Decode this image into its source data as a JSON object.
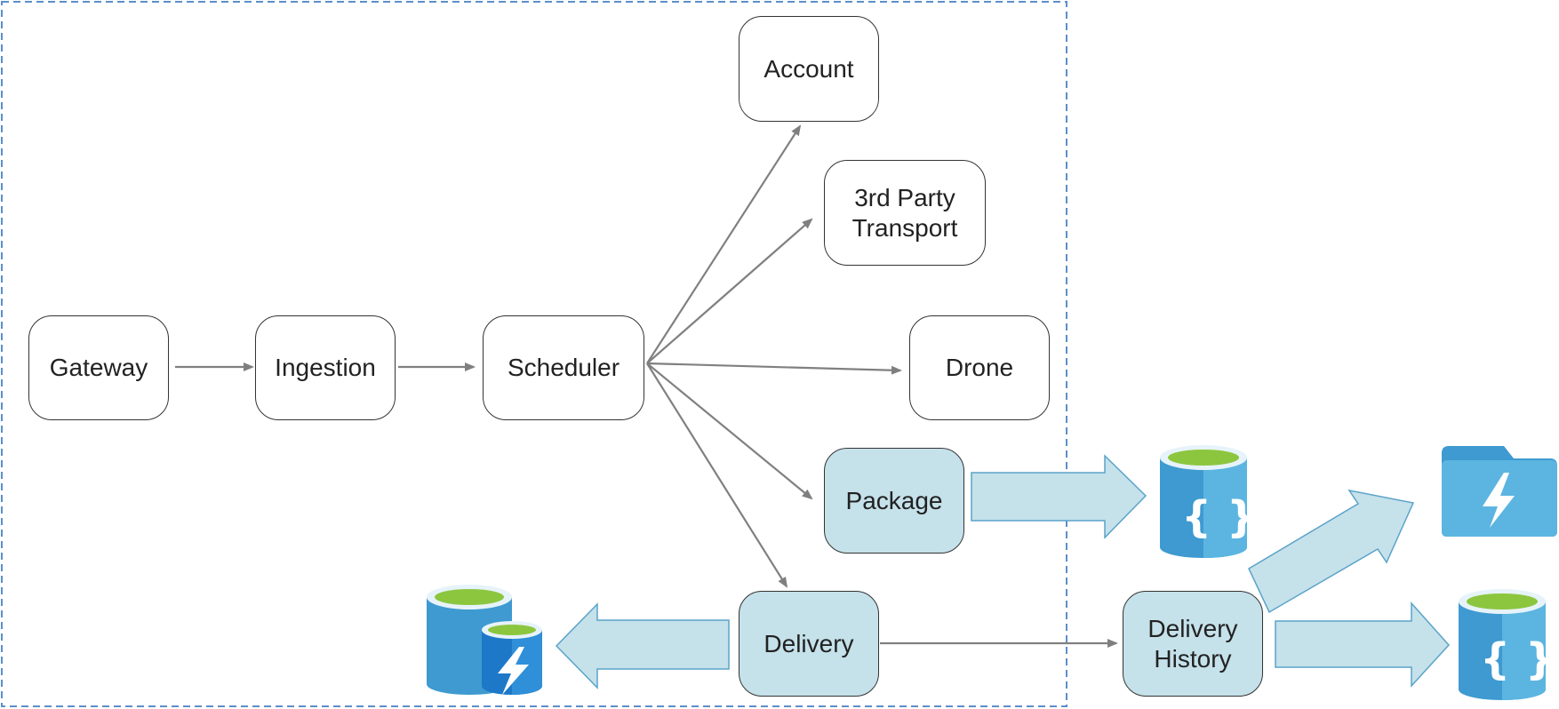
{
  "nodes": {
    "gateway": "Gateway",
    "ingestion": "Ingestion",
    "scheduler": "Scheduler",
    "account": "Account",
    "third_party": "3rd Party\nTransport",
    "drone": "Drone",
    "package": "Package",
    "delivery": "Delivery",
    "delivery_history": "Delivery\nHistory"
  },
  "icons": {
    "package_store": "cosmos-db-icon",
    "history_store": "cosmos-db-icon",
    "event_hub": "event-hub-icon",
    "delivery_cache": "redis-cache-icon"
  },
  "colors": {
    "node_border": "#333333",
    "highlight_fill": "#c5e1ea",
    "arrow": "#808080",
    "big_arrow_fill": "#c5e1ea",
    "big_arrow_stroke": "#5ba3c9",
    "boundary": "#5b8fc9",
    "db_body": "#3e9ad0",
    "db_top": "#8cc63f"
  }
}
